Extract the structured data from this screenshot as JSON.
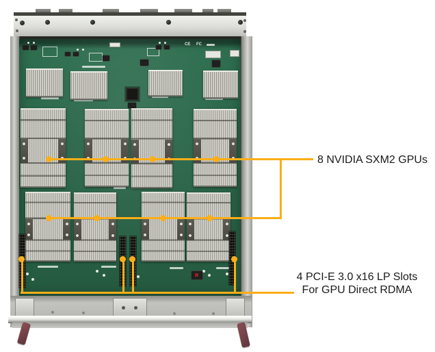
{
  "annotations": {
    "accent_color": "#FBAE17",
    "text_color": "#1a1a1a",
    "gpus": {
      "label": "8 NVIDIA SXM2 GPUs"
    },
    "slots": {
      "line1": "4 PCI-E 3.0 x16 LP Slots",
      "line2": "For GPU Direct RDMA"
    }
  },
  "board": {
    "pcb_color": "#2a6448",
    "gpu_heatsink_count": 8,
    "pcie_slot_count": 4,
    "markings": {
      "ce": "CE",
      "fcc": "FC"
    }
  }
}
